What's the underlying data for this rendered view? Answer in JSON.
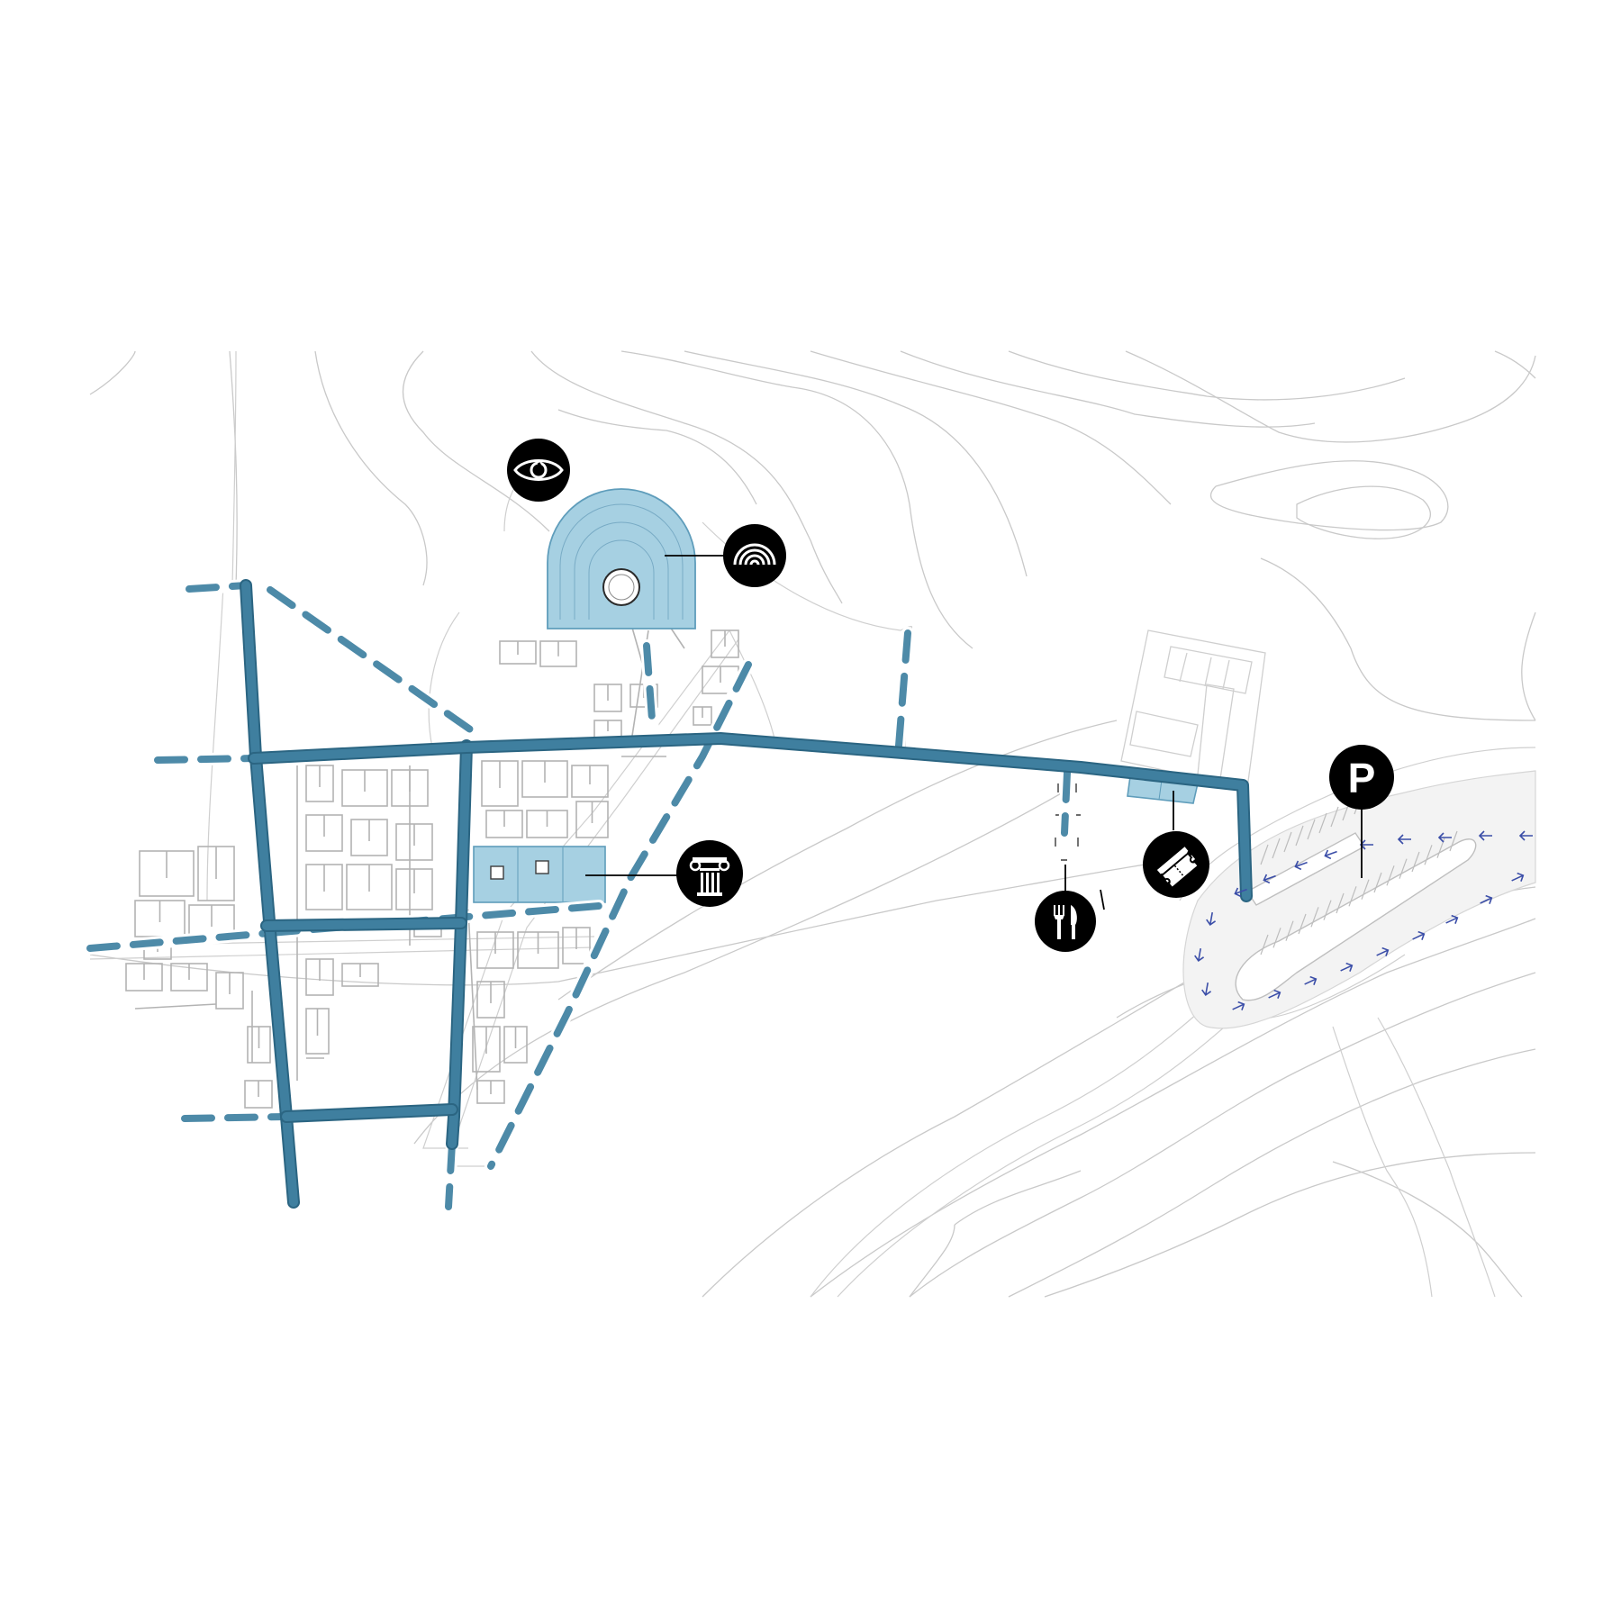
{
  "legend_pins": [
    {
      "id": "viewpoint",
      "icon": "eye-icon",
      "meaning": "viewpoint"
    },
    {
      "id": "theatre",
      "icon": "theatre-icon",
      "meaning": "theatre"
    },
    {
      "id": "museum",
      "icon": "ionic-column-icon",
      "meaning": "museum"
    },
    {
      "id": "restaurant",
      "icon": "fork-knife-icon",
      "meaning": "restaurant"
    },
    {
      "id": "tickets",
      "icon": "ticket-icon",
      "meaning": "ticket office"
    },
    {
      "id": "parking",
      "icon": "parking-icon",
      "meaning": "parking",
      "label": "P"
    }
  ],
  "colors": {
    "route_main": "#3f7f9f",
    "route_main_edge": "#2b6582",
    "route_secondary": "#4d8aa8",
    "highlight_fill": "#9fcde0",
    "highlight_stroke": "#5a9ab8",
    "contour": "#c9c9c9",
    "ruins": "#b3b3b3",
    "traffic_arrows": "#3b4ea8",
    "pin": "#000000"
  }
}
